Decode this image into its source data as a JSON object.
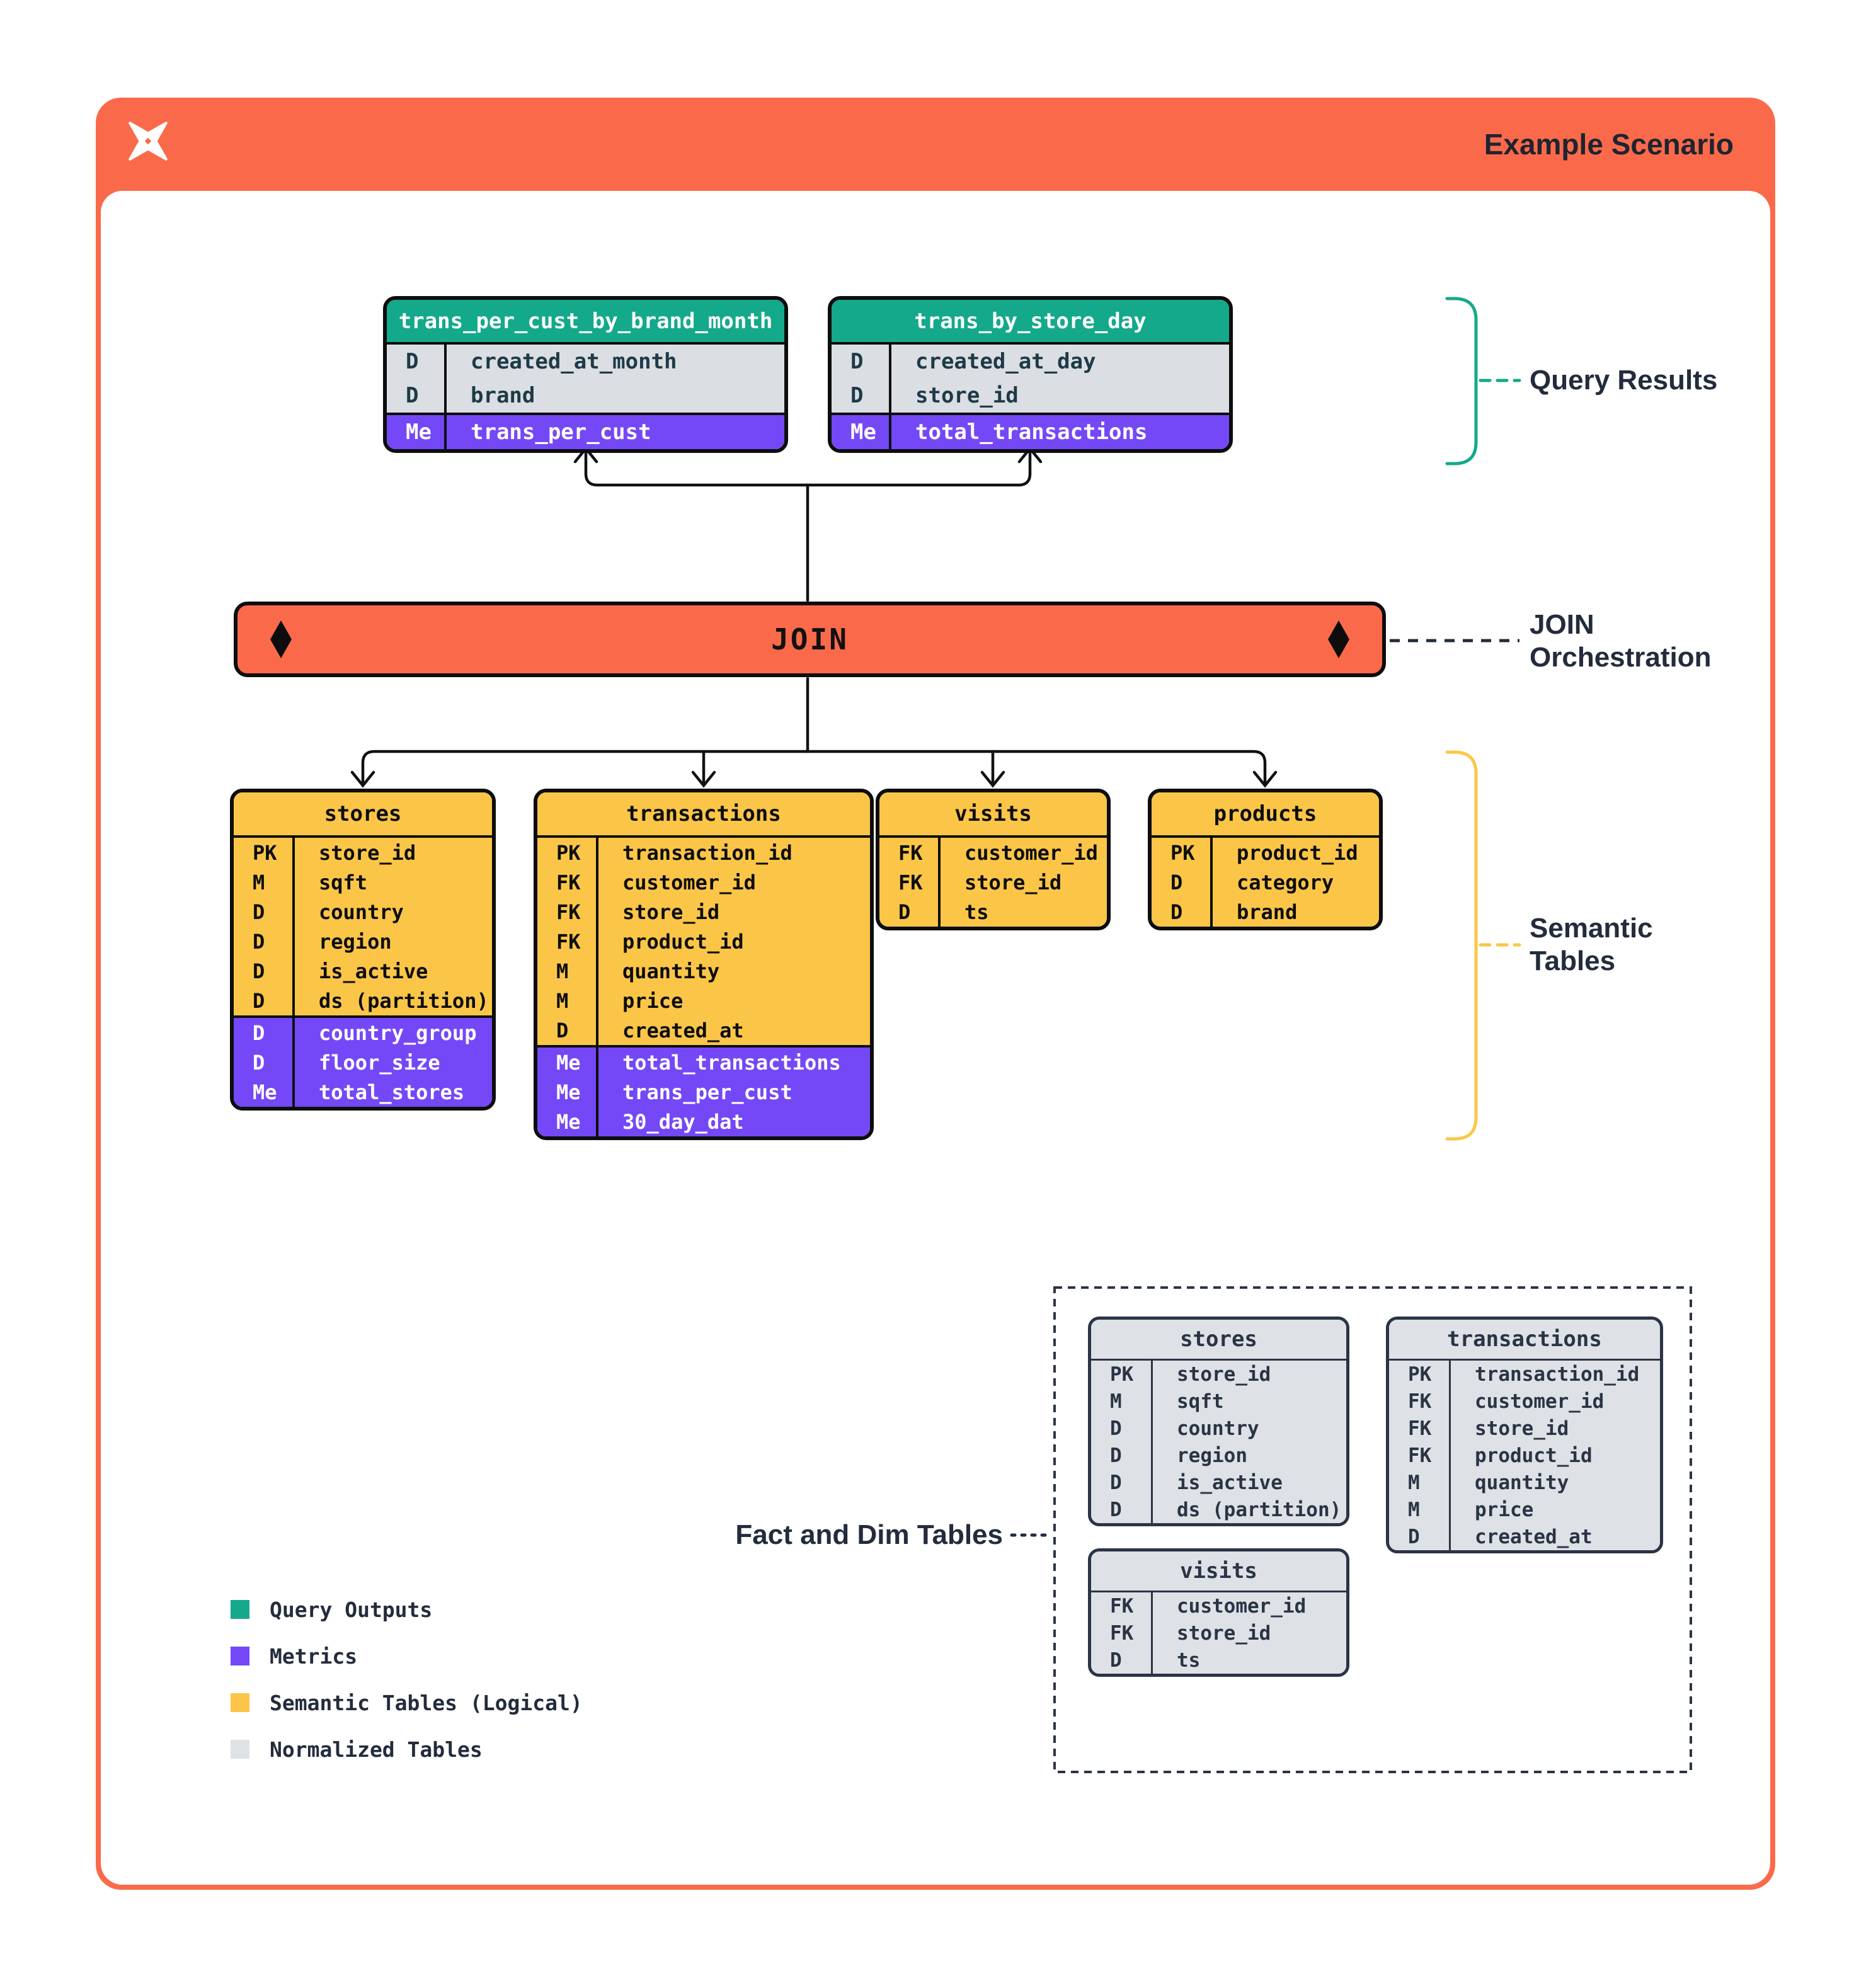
{
  "header": {
    "title": "Example Scenario",
    "logo_icon": "pinwheel-star-icon"
  },
  "join_bar": {
    "label": "JOIN"
  },
  "annotations": {
    "query_results": "Query Results",
    "join_orchestration_line1": "JOIN",
    "join_orchestration_line2": "Orchestration",
    "semantic_tables_line1": "Semantic",
    "semantic_tables_line2": "Tables",
    "fact_dim": "Fact and Dim Tables"
  },
  "legend": {
    "items": [
      {
        "label": "Query Outputs",
        "color": "#14A98A"
      },
      {
        "label": "Metrics",
        "color": "#7448F6"
      },
      {
        "label": "Semantic Tables (Logical)",
        "color": "#FBC648"
      },
      {
        "label": "Normalized Tables",
        "color": "#DEE2E6"
      }
    ]
  },
  "colors": {
    "orange": "#FA6A4A",
    "green": "#14A98A",
    "purple": "#7448F6",
    "yellow": "#FBC648",
    "navy": "#232C3C",
    "gray_row": "#DBDEE2",
    "gray_table": "#DEE2E6"
  },
  "tables": {
    "trans_per_cust_by_brand_month": {
      "title": "trans_per_cust_by_brand_month",
      "sections": [
        {
          "style": "plain",
          "rows": [
            {
              "m": "D",
              "f": "created_at_month"
            },
            {
              "m": "D",
              "f": "brand"
            }
          ]
        },
        {
          "style": "metric",
          "rows": [
            {
              "m": "Me",
              "f": "trans_per_cust"
            }
          ]
        }
      ]
    },
    "trans_by_store_day": {
      "title": "trans_by_store_day",
      "sections": [
        {
          "style": "plain",
          "rows": [
            {
              "m": "D",
              "f": "created_at_day"
            },
            {
              "m": "D",
              "f": "store_id"
            }
          ]
        },
        {
          "style": "metric",
          "rows": [
            {
              "m": "Me",
              "f": "total_transactions"
            }
          ]
        }
      ]
    },
    "stores_semantic": {
      "title": "stores",
      "sections": [
        {
          "style": "plain",
          "rows": [
            {
              "m": "PK",
              "f": "store_id"
            },
            {
              "m": "M",
              "f": "sqft"
            },
            {
              "m": "D",
              "f": "country"
            },
            {
              "m": "D",
              "f": "region"
            },
            {
              "m": "D",
              "f": "is_active"
            },
            {
              "m": "D",
              "f": "ds (partition)"
            }
          ]
        },
        {
          "style": "metric",
          "rows": [
            {
              "m": "D",
              "f": "country_group"
            },
            {
              "m": "D",
              "f": "floor_size"
            },
            {
              "m": "Me",
              "f": "total_stores"
            }
          ]
        }
      ]
    },
    "transactions_semantic": {
      "title": "transactions",
      "sections": [
        {
          "style": "plain",
          "rows": [
            {
              "m": "PK",
              "f": "transaction_id"
            },
            {
              "m": "FK",
              "f": "customer_id"
            },
            {
              "m": "FK",
              "f": "store_id"
            },
            {
              "m": "FK",
              "f": "product_id"
            },
            {
              "m": "M",
              "f": "quantity"
            },
            {
              "m": "M",
              "f": "price"
            },
            {
              "m": "D",
              "f": "created_at"
            }
          ]
        },
        {
          "style": "metric",
          "rows": [
            {
              "m": "Me",
              "f": "total_transactions"
            },
            {
              "m": "Me",
              "f": "trans_per_cust"
            },
            {
              "m": "Me",
              "f": "30_day_dat"
            }
          ]
        }
      ]
    },
    "visits_semantic": {
      "title": "visits",
      "sections": [
        {
          "style": "plain",
          "rows": [
            {
              "m": "FK",
              "f": "customer_id"
            },
            {
              "m": "FK",
              "f": "store_id"
            },
            {
              "m": "D",
              "f": "ts"
            }
          ]
        }
      ]
    },
    "products_semantic": {
      "title": "products",
      "sections": [
        {
          "style": "plain",
          "rows": [
            {
              "m": "PK",
              "f": "product_id"
            },
            {
              "m": "D",
              "f": "category"
            },
            {
              "m": "D",
              "f": "brand"
            }
          ]
        }
      ]
    },
    "stores_normalized": {
      "title": "stores",
      "sections": [
        {
          "style": "plain",
          "rows": [
            {
              "m": "PK",
              "f": "store_id"
            },
            {
              "m": "M",
              "f": "sqft"
            },
            {
              "m": "D",
              "f": "country"
            },
            {
              "m": "D",
              "f": "region"
            },
            {
              "m": "D",
              "f": "is_active"
            },
            {
              "m": "D",
              "f": "ds (partition)"
            }
          ]
        }
      ]
    },
    "transactions_normalized": {
      "title": "transactions",
      "sections": [
        {
          "style": "plain",
          "rows": [
            {
              "m": "PK",
              "f": "transaction_id"
            },
            {
              "m": "FK",
              "f": "customer_id"
            },
            {
              "m": "FK",
              "f": "store_id"
            },
            {
              "m": "FK",
              "f": "product_id"
            },
            {
              "m": "M",
              "f": "quantity"
            },
            {
              "m": "M",
              "f": "price"
            },
            {
              "m": "D",
              "f": "created_at"
            }
          ]
        }
      ]
    },
    "visits_normalized": {
      "title": "visits",
      "sections": [
        {
          "style": "plain",
          "rows": [
            {
              "m": "FK",
              "f": "customer_id"
            },
            {
              "m": "FK",
              "f": "store_id"
            },
            {
              "m": "D",
              "f": "ts"
            }
          ]
        }
      ]
    }
  }
}
